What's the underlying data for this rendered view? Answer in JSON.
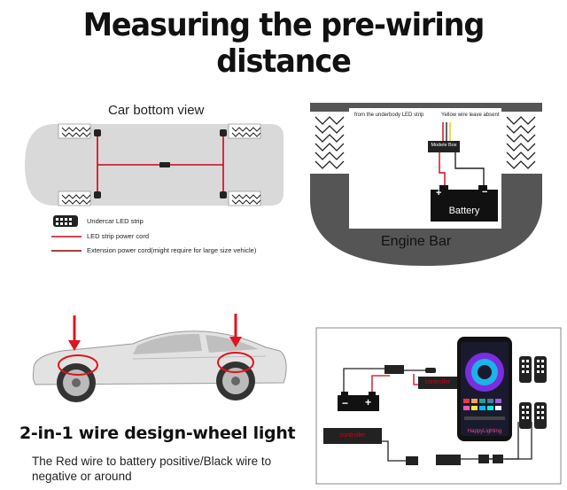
{
  "title": "Measuring the pre-wiring distance",
  "bottom_view": {
    "label": "Car bottom view",
    "legend": [
      {
        "symbol": "led-strip-icon",
        "text": "Undercar LED strip"
      },
      {
        "symbol": "red-line",
        "text": "LED strip power cord"
      },
      {
        "symbol": "dark-red-line",
        "text": "Extension power cord(might require for large size vehicle)"
      }
    ]
  },
  "engine_bay": {
    "label": "Engine Bar",
    "from_text": "from the underbody LED strip",
    "yellow_text": "Yellow wire leave absent",
    "box_label": "Modele Box",
    "battery_label": "Battery",
    "plus": "+",
    "minus": "−"
  },
  "wheel_light": {
    "heading": "2-in-1 wire design-wheel light",
    "description": "The Red wire to battery positive/Black wire to negative or around"
  },
  "wiring_panel": {
    "controller_label_1": "controller",
    "controller_label_2": "controller",
    "app_label": "HappyLighting",
    "plus": "+",
    "minus": "−"
  },
  "colors": {
    "wire_red": "#d0021b",
    "wire_dark": "#222222",
    "arrow_red": "#e0141e",
    "road_gray": "#555555",
    "car_gray": "#d6d6d6"
  }
}
